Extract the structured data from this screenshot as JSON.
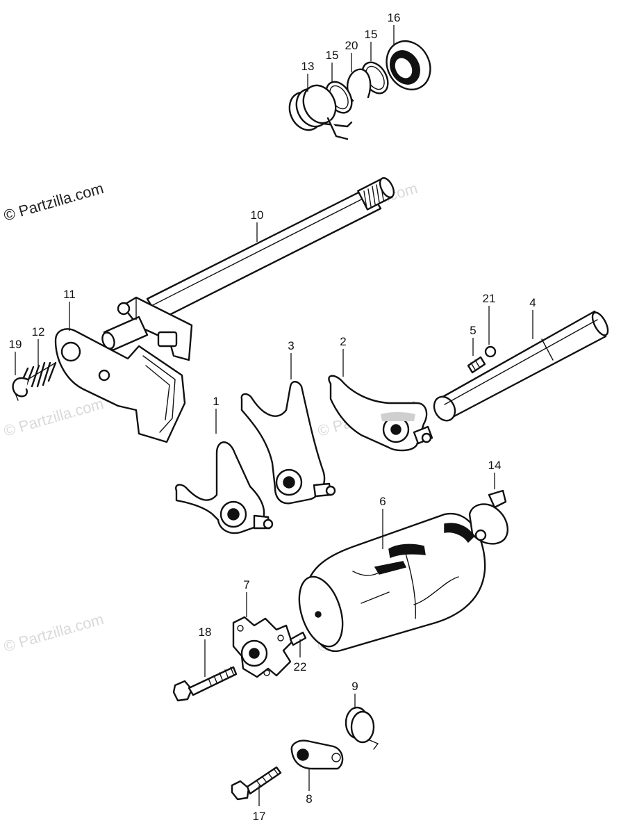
{
  "watermark": {
    "main": "© Partzilla.com",
    "faint": "© Partzilla.com"
  },
  "callouts": {
    "c1": "1",
    "c2": "2",
    "c3": "3",
    "c4": "4",
    "c5": "5",
    "c6": "6",
    "c7": "7",
    "c8": "8",
    "c9": "9",
    "c10": "10",
    "c11": "11",
    "c12": "12",
    "c13": "13",
    "c14": "14",
    "c15a": "15",
    "c15b": "15",
    "c16": "16",
    "c17": "17",
    "c18": "18",
    "c19": "19",
    "c20": "20",
    "c21": "21",
    "c22": "22"
  }
}
